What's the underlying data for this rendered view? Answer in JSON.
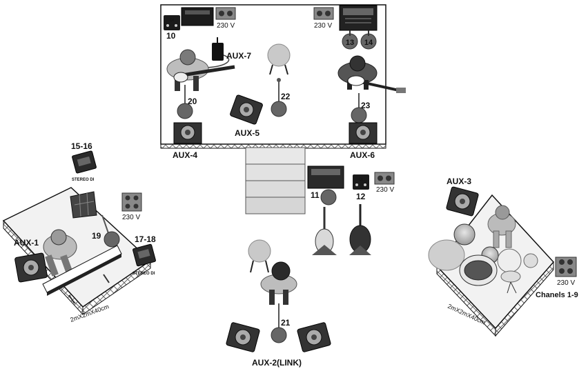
{
  "labels": {
    "aux1": "AUX-1",
    "aux2": "AUX-2(LINK)",
    "aux3": "AUX-3",
    "aux4": "AUX-4",
    "aux5": "AUX-5",
    "aux6": "AUX-6",
    "aux7": "AUX-7"
  },
  "channels": {
    "ch10": "10",
    "ch11": "11",
    "ch12": "12",
    "ch13": "13",
    "ch14": "14",
    "ch15_16": "15-16",
    "ch17_18": "17-18",
    "ch19": "19",
    "ch20": "20",
    "ch21": "21",
    "ch22": "22",
    "ch23": "23",
    "drums": "Chanels 1-9"
  },
  "power": {
    "top_left": "230 V",
    "top_right": "230 V",
    "guitar": "230 V",
    "keys": "230 V",
    "drums": "230 V"
  },
  "di": {
    "di_label": "DI",
    "stereo_di_1": "STEREO DI",
    "stereo_di_2": "STEREO DI"
  },
  "risers": {
    "keys_riser": "2mX2mX40cm",
    "drum_riser": "2mX2mX40cm"
  }
}
